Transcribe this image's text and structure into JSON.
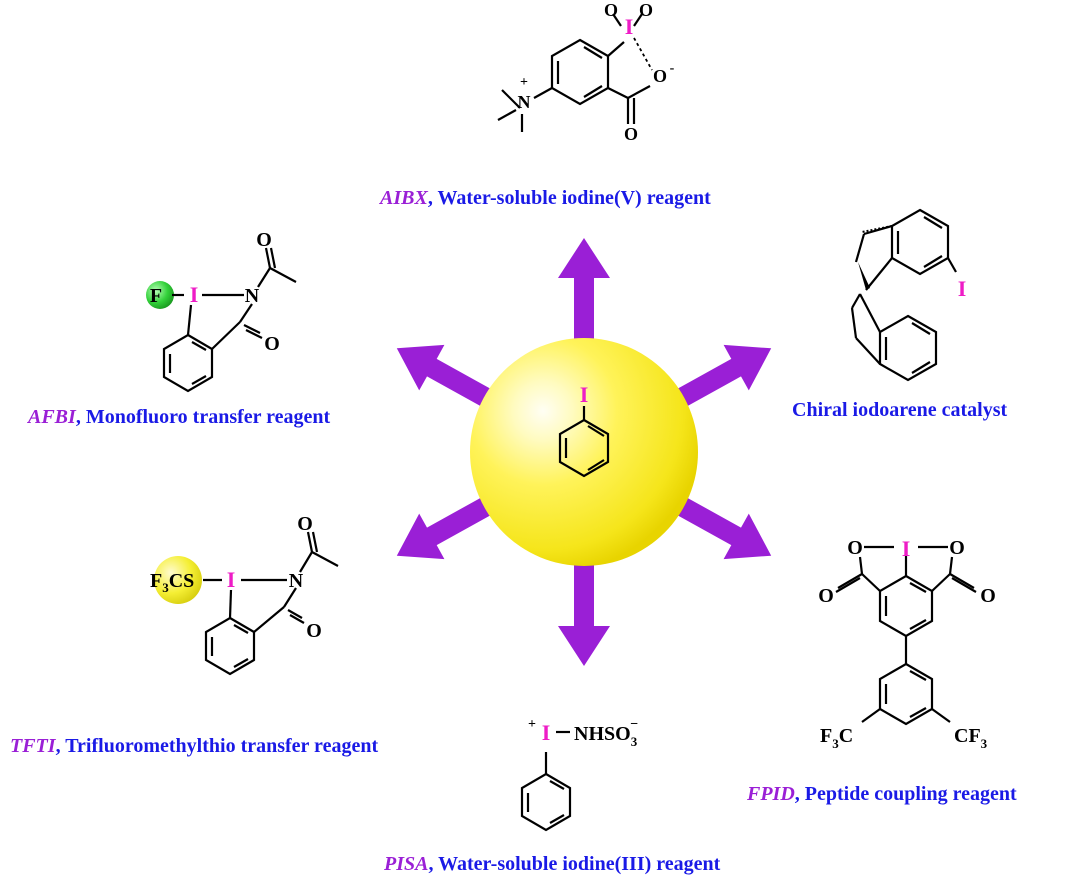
{
  "colors": {
    "arrow": "#9a1fd6",
    "iodine": "#ee1cc6",
    "abbr": "#9a1fd6",
    "desc": "#1a1ae6",
    "sphere_core": "#fffbe0",
    "sphere_mid": "#fff34a",
    "sphere_edge": "#e9d600",
    "fluoro_ball": "#22c22a",
    "scf3_ball": "#f3ee2a",
    "bond": "#000000"
  },
  "center": {
    "atom": "I"
  },
  "reagents": [
    {
      "abbr": "AIBX",
      "desc": "Water-soluble iodine(V) reagent"
    },
    {
      "abbr": "",
      "desc": "Chiral iodoarene catalyst"
    },
    {
      "abbr": "FPID",
      "desc": "Peptide coupling reagent"
    },
    {
      "abbr": "PISA",
      "desc": "Water-soluble iodine(III) reagent"
    },
    {
      "abbr": "TFTI",
      "desc": "Trifluoromethylthio transfer reagent"
    },
    {
      "abbr": "AFBI",
      "desc": "Monofluoro transfer reagent"
    }
  ],
  "atoms": {
    "iodine": "I",
    "oxygen": "O",
    "nitrogen": "N",
    "fluorine": "F",
    "o_minus": "O",
    "minus": "-",
    "plus": "+",
    "f3c_left": "F",
    "f3c_sub": "3",
    "f3c_right": "C",
    "cf3_left": "CF",
    "cf3_sub": "3",
    "scf3_f": "F",
    "scf3_sub": "3",
    "scf3_cs": "CS",
    "pisa_group": "NHSO",
    "pisa_sub": "3",
    "pisa_sup": "−"
  }
}
